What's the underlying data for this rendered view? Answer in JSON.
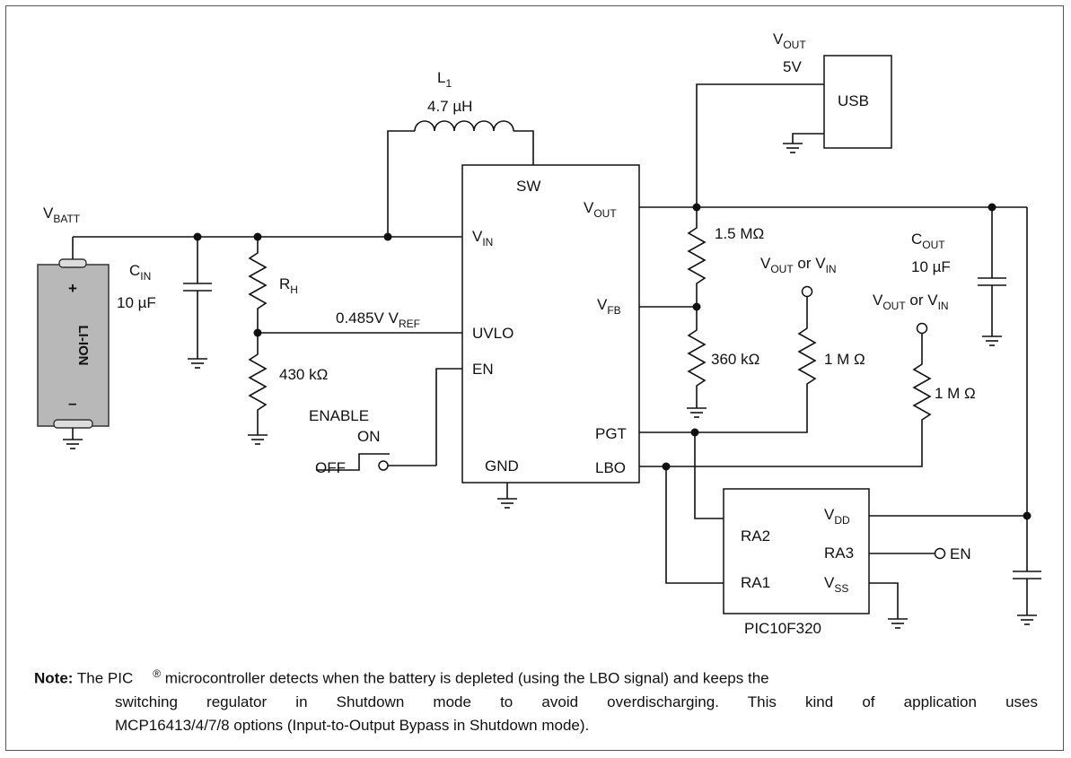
{
  "battery": {
    "name": "V",
    "name_sub": "BATT",
    "chem": "LI-ION",
    "plus": "+",
    "minus": "–"
  },
  "cin": {
    "name": "C",
    "name_sub": "IN",
    "value": "10 µF"
  },
  "rh": {
    "name": "R",
    "name_sub": "H"
  },
  "r_low": {
    "value": "430 kΩ"
  },
  "inductor": {
    "name": "L",
    "name_sub": "1",
    "value": "4.7 µH"
  },
  "vref": {
    "text": "0.485V V",
    "text_sub": "REF"
  },
  "switch": {
    "enable": "ENABLE",
    "on": "ON",
    "off": "OFF"
  },
  "regulator": {
    "sw": "SW",
    "vin": "V",
    "vin_sub": "IN",
    "uvlo": "UVLO",
    "en": "EN",
    "gnd": "GND",
    "vout": "V",
    "vout_sub": "OUT",
    "vfb": "V",
    "vfb_sub": "FB",
    "pgt": "PGT",
    "lbo": "LBO"
  },
  "usb": {
    "label": "USB",
    "vout": "V",
    "vout_sub": "OUT",
    "voltage": "5V"
  },
  "r_top": {
    "value": "1.5 MΩ"
  },
  "r_bot": {
    "value": "360 kΩ"
  },
  "pullup1": {
    "supply": "V",
    "supply_sub": "OUT",
    "supply2": " or V",
    "supply2_sub": "IN",
    "value": "1 M Ω"
  },
  "pullup2": {
    "supply": "V",
    "supply_sub": "OUT",
    "supply2": " or V",
    "supply2_sub": "IN",
    "value": "1 M Ω"
  },
  "cout": {
    "name": "C",
    "name_sub": "OUT",
    "value": "10 µF"
  },
  "mcu": {
    "name": "PIC10F320",
    "ra2": "RA2",
    "ra1": "RA1",
    "vdd": "V",
    "vdd_sub": "DD",
    "ra3": "RA3",
    "vss": "V",
    "vss_sub": "SS",
    "en": "EN"
  },
  "note": {
    "label": "Note:",
    "line1a": "The PIC",
    "reg": "®",
    "line1b": " microcontroller detects when the battery is depleted (using the LBO signal) and keeps the",
    "line2": "switching regulator in Shutdown mode to avoid overdischarging. This kind of application uses",
    "line3": "MCP16413/4/7/8 options (Input-to-Output Bypass in Shutdown mode)."
  }
}
